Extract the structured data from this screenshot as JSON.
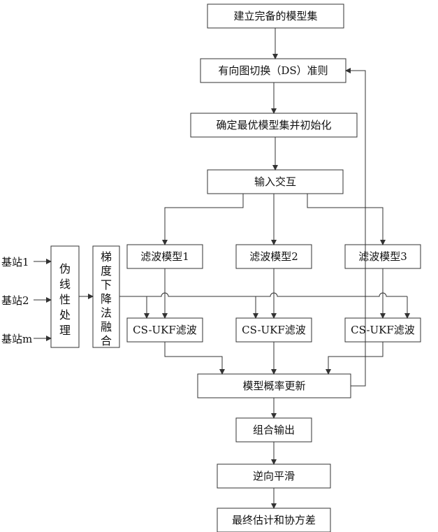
{
  "nodes": {
    "model_set": "建立完备的模型集",
    "ds_rule": "有向图切换（DS）准则",
    "optimal_init": "确定最优模型集并初始化",
    "input_interaction": "输入交互",
    "filter_model_1": "滤波模型1",
    "filter_model_2": "滤波模型2",
    "filter_model_3": "滤波模型3",
    "csukf_1": "CS-UKF滤波",
    "csukf_2": "CS-UKF滤波",
    "csukf_3": "CS-UKF滤波",
    "prob_update": "模型概率更新",
    "combined_output": "组合输出",
    "reverse_smoothing": "逆向平滑",
    "final_estimate": "最终估计和协方差",
    "pseudo_linear": [
      "伪",
      "线",
      "性",
      "处",
      "理"
    ],
    "gradient_descent": [
      "梯",
      "度",
      "下",
      "降",
      "法",
      "融",
      "合"
    ]
  },
  "inputs": {
    "station_1": "基站1",
    "station_2": "基站2",
    "station_m": "基站m"
  }
}
